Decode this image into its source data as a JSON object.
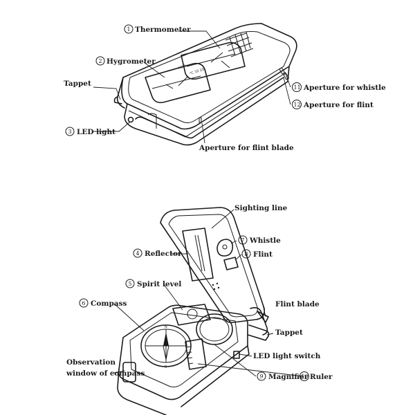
{
  "labels": {
    "thermometer": "Thermometer",
    "hygrometer": "Hygrometer",
    "tappet_top": "Tappet",
    "led_light": "LED light",
    "aperture_flint_blade": "Aperture for flint blade",
    "aperture_whistle": "Aperture for whistle",
    "aperture_flint": "Aperture for flint",
    "sighting_line": "Sighting line",
    "reflector": "Reflector",
    "whistle": "Whistle",
    "flint": "Flint",
    "spirit_level": "Spirit level",
    "compass": "Compass",
    "flint_blade": "Flint blade",
    "tappet_bottom": "Tappet",
    "observation_line1": "Observation",
    "observation_line2": "window of compass",
    "led_light_switch": "LED light switch",
    "magnifier": "Magnifier",
    "ruler": "Ruler"
  },
  "numbers": {
    "thermometer": "1",
    "hygrometer": "2",
    "led_light": "3",
    "reflector": "4",
    "spirit_level": "5",
    "compass": "6",
    "whistle": "7",
    "flint": "8",
    "magnifier": "9",
    "ruler": "10",
    "aperture_whistle": "11",
    "aperture_flint": "12"
  }
}
